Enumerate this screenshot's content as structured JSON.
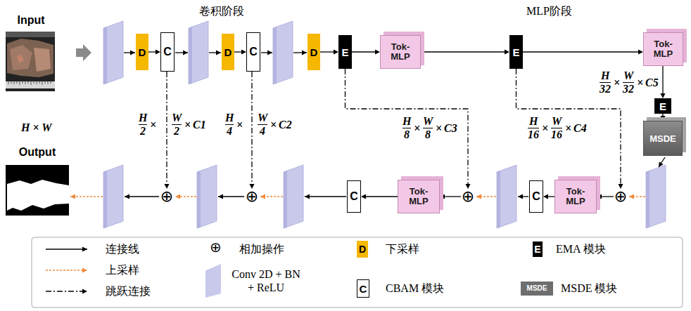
{
  "diagram": {
    "nodes": [
      {
        "text": [
          "Input"
        ]
      },
      {
        "text": [
          "D"
        ]
      },
      {
        "text": [
          "C"
        ]
      },
      {
        "text": [
          "D"
        ]
      },
      {
        "text": [
          "C"
        ]
      },
      {
        "text": [
          "D"
        ]
      },
      {
        "text": [
          "E"
        ]
      },
      {
        "text": [
          "Tok-MLP"
        ]
      },
      {
        "text": [
          "E"
        ]
      },
      {
        "text": [
          "Tok-MLP"
        ]
      },
      {
        "text": [
          "E"
        ]
      },
      {
        "text": [
          "MSDE"
        ]
      },
      {
        "text": [
          "Output"
        ]
      },
      {
        "text": [
          "⊕"
        ]
      },
      {
        "text": [
          "⊕"
        ]
      },
      {
        "text": [
          "C"
        ]
      },
      {
        "text": [
          "Tok-MLP"
        ]
      },
      {
        "text": [
          "⊕"
        ]
      },
      {
        "text": [
          "C"
        ]
      },
      {
        "text": [
          "Tok-MLP"
        ]
      },
      {
        "text": [
          "⊕"
        ]
      }
    ],
    "edges": [
      {
        "from": 1,
        "to": 2,
        "arrow": "to"
      },
      {
        "from": 3,
        "to": 4,
        "arrow": "to"
      },
      {
        "from": 5,
        "to": 6,
        "arrow": "to"
      },
      {
        "from": 6,
        "to": 7,
        "arrow": "to"
      },
      {
        "from": 7,
        "to": 8,
        "arrow": "to"
      },
      {
        "from": 8,
        "to": 9,
        "arrow": "to"
      },
      {
        "from": 9,
        "to": 10,
        "arrow": "to"
      },
      {
        "from": 10,
        "to": 11,
        "arrow": "to"
      },
      {
        "from": 2,
        "to": 13,
        "arrow": "to"
      },
      {
        "from": 4,
        "to": 14,
        "arrow": "to"
      },
      {
        "from": 6,
        "to": 17,
        "arrow": "to"
      },
      {
        "from": 8,
        "to": 20,
        "arrow": "to"
      },
      {
        "from": 20,
        "to": 19,
        "arrow": "to"
      },
      {
        "from": 19,
        "to": 18,
        "arrow": "to"
      },
      {
        "from": 17,
        "to": 16,
        "arrow": "to"
      },
      {
        "from": 16,
        "to": 15,
        "arrow": "to"
      }
    ],
    "labels": [
      "卷积阶段",
      "MLP阶段",
      "H × W",
      "H",
      "2",
      "×",
      "W",
      "2",
      "×",
      "C1",
      "H",
      "4",
      "×",
      "W",
      "4",
      "×",
      "C2",
      "H",
      "8",
      "×",
      "W",
      "8",
      "×",
      "C3",
      "H",
      "16",
      "×",
      "W",
      "16",
      "×",
      "C4",
      "H",
      "32",
      "×",
      "W",
      "32",
      "×",
      "C5",
      "⊕",
      "D",
      "C",
      "E",
      "MSDE"
    ],
    "legend": [
      {
        "text": "连接线"
      },
      {
        "text": "上采样"
      },
      {
        "text": "跳跃连接"
      },
      {
        "text": "相加操作"
      },
      {
        "text": "Conv 2D + BN + ReLU",
        "color": "#c9c9ec"
      },
      {
        "text": "下采样",
        "color": "#f6b700"
      },
      {
        "text": "CBAM 模块",
        "color": "#ffffff"
      },
      {
        "text": "EMA 模块",
        "color": "#000000"
      },
      {
        "text": "MSDE 模块",
        "color": "#6e6e6e"
      }
    ]
  }
}
